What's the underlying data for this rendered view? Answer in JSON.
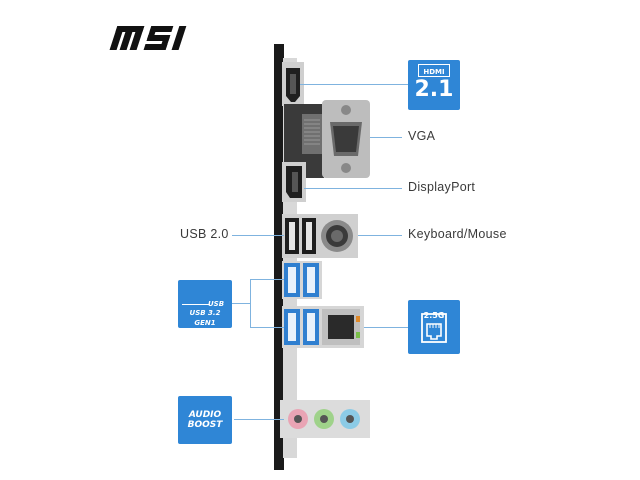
{
  "brand": {
    "logo_text": "MSI"
  },
  "badges": {
    "hdmi": {
      "top_text": "HDMI",
      "version": "2.1"
    },
    "usb": {
      "line1": "USB",
      "line2": "USB 3.2 GEN1"
    },
    "lan": {
      "speed": "2.5G"
    },
    "audio": {
      "line1": "AUDIO",
      "line2": "BOOST"
    }
  },
  "labels": {
    "vga": "VGA",
    "displayport": "DisplayPort",
    "usb20": "USB 2.0",
    "keyboard_mouse": "Keyboard/Mouse"
  },
  "colors": {
    "accent": "#2f86d6",
    "line": "#7fb3df",
    "usb3_blue": "#2f7fd0",
    "audio_pink": "#e9a4b4",
    "audio_green": "#9fd28a",
    "audio_blue": "#8ccbe6"
  }
}
